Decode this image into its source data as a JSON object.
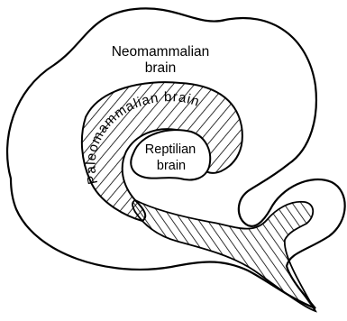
{
  "labels": {
    "neomammalian_line1": "Neomammalian",
    "neomammalian_line2": "brain",
    "paleomammalian": "Paleomammalian brain",
    "reptilian_line1": "Reptilian",
    "reptilian_line2": "brain"
  },
  "colors": {
    "ink": "#000000",
    "paper": "#ffffff"
  }
}
